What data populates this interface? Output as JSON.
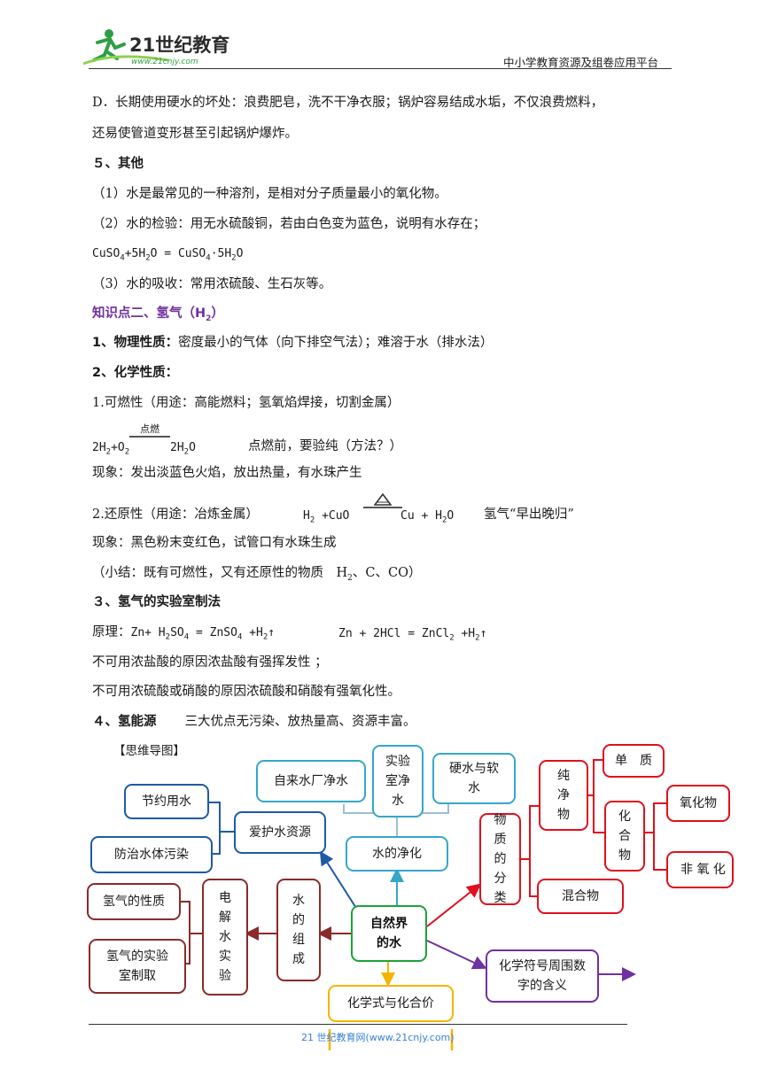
{
  "header": {
    "logo_text": "21世纪教育",
    "logo_url_text": "www.21cnjy.com",
    "platform": "中小学教育资源及组卷应用平台"
  },
  "lines": {
    "d_line1": "D．长期使用硬水的坏处：浪费肥皂，洗不干净衣服；锅炉容易结成水垢，不仅浪费燃料，",
    "d_line2": "还易使管道变形甚至引起锅炉爆炸。",
    "sec5": "５、其他",
    "o1": "（1）水是最常见的一种溶剂，是相对分子质量最小的氧化物。",
    "o2": "（2）水的检验：用无水硫酸铜，若由白色变为蓝色，说明有水存在；",
    "o3": "（3）水的吸收：常用浓硫酸、生石灰等。",
    "kp2": "知识点二、氢气（H",
    "kp2_tail": "）",
    "phys": "1、物理性质：",
    "phys_rest": "密度最小的气体（向下排空气法）；难溶于水（排水法）",
    "chem": "2、化学性质：",
    "burn": "1.可燃性（用途：高能燃料；氢氧焰焊接，切割金属）",
    "cond_burn": "点燃",
    "burn_note": "点燃前，要验纯（方法？）",
    "burn_phen": "现象：发出淡蓝色火焰，放出热量，有水珠产生",
    "red_title": "2.还原性（用途：冶炼金属）",
    "red_note": "氢气“早出晚归”",
    "red_phen": "现象：黑色粉末变红色，试管口有水珠生成",
    "summary": "（小结：既有可燃性，又有还原性的物质　H",
    "summary_tail": "、C、CO）",
    "lab": "３、氢气的实验室制法",
    "principle": "原理：",
    "no_hcl": "不可用浓盐酸的原因浓盐酸有强挥发性 ；",
    "no_h2so4": "不可用浓硫酸或硝酸的原因浓硫酸和硝酸有强氧化性。",
    "energy": "４、氢能源",
    "energy_rest": "三大优点无污染、放热量高、资源丰富。"
  },
  "mindmap": {
    "label": "【思维导图】",
    "center": "自然界的水",
    "save_water": "节约用水",
    "prevent_pollution": "防治水体污染",
    "protect": "爱护水资源",
    "tap_water": "自来水厂净水",
    "lab_purify": "实验室净水",
    "hard_soft": "硬水与软水",
    "purify": "水的净化",
    "classify": "物质的分类",
    "pure": "纯净物",
    "element": "单　质",
    "compound": "化合物",
    "oxide": "氧化物",
    "non_oxide": "非 氧 化",
    "mixture": "混合物",
    "composition": "水的组成",
    "electrolysis": "电解水实验",
    "h2_props": "氢气的性质",
    "h2_lab": "氢气的实验室制取",
    "formula": "化学式与化合价",
    "symbols": "化学符号周围数字的含义"
  },
  "footer": {
    "text": "21 世纪教育网(www.21cnjy.com)"
  },
  "colors": {
    "blue": "#1f5aa6",
    "teal": "#35a7c8",
    "red": "#e0101e",
    "brown": "#8b2a2a",
    "green": "#1aa33a",
    "gold": "#f4b400",
    "violet": "#7030a0",
    "link": "#3a7fd5"
  }
}
